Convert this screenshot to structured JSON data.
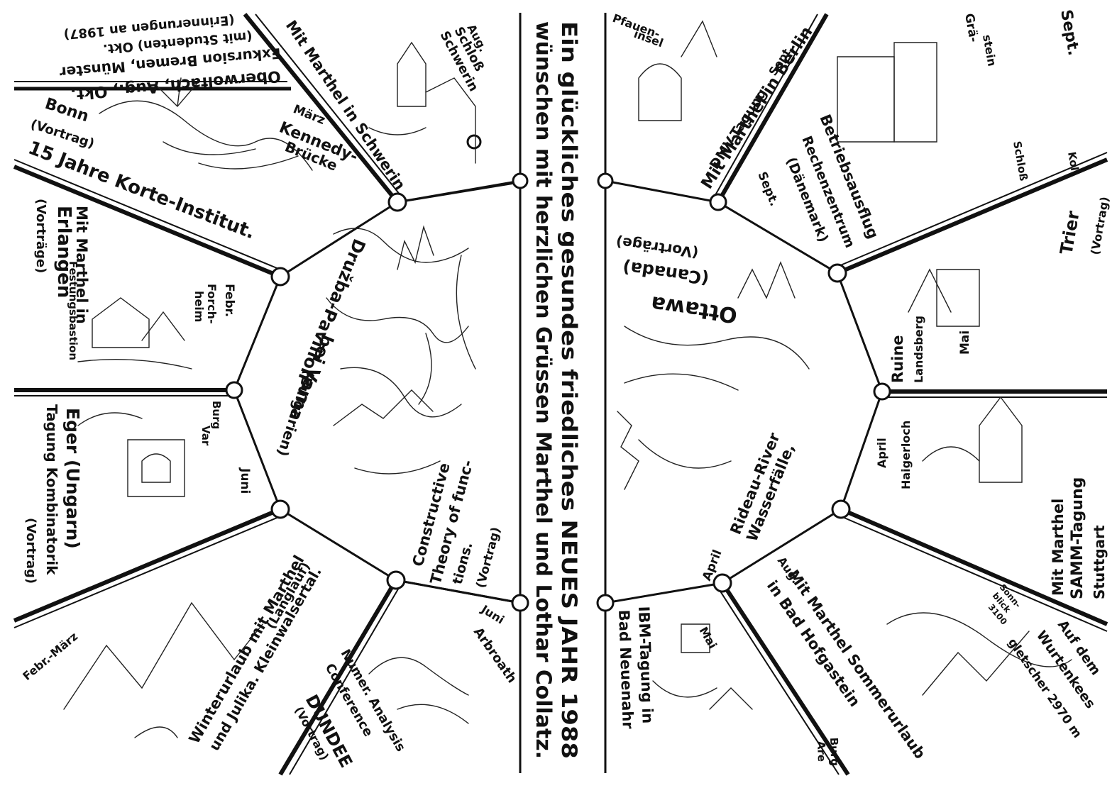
{
  "center": {
    "line1": "Ein glückliches gesundes friedliches NEUES JAHR 1988",
    "line2": "wünschen mit herzlichen Grüssen Marthel und Lothar Collatz."
  },
  "left_panel": {
    "oberwolfach": "Oberwolfach, Aug., Okt.",
    "exkursion": "Exkursion Bremen, Münster",
    "suchanten": "(mit Studenten) Okt.",
    "erinnerungen": "(Erinnerungen an 1987)",
    "bonn": "Bonn",
    "bonn_vortrag": "(Vortrag)",
    "maerz": "März",
    "kennedy": "Kennedy-",
    "bruecke": "Brücke",
    "korte": "15 Jahre Korte-Institut.",
    "aug": "Aug.",
    "schloss": "Schloß",
    "schwerin": "Schwerin",
    "marthel_schwerin": "Mit Marthel in Schwerin",
    "erlangen_line1": "Mit Marthel in",
    "erlangen_line2": "Erlangen",
    "erlangen_vortraege": "(Vorträge)",
    "festung": "Festungsbastion",
    "febr": "Febr.",
    "forchheim": "Forch-",
    "forchheim2": "heim",
    "druzba": "Družba-Pavillon",
    "varna": "bei Varna",
    "bulgarien": "(Bulgarien)",
    "burg": "Burg",
    "var": "Var",
    "juni": "Juni",
    "eger": "Eger (Ungarn)",
    "eger_tagung": "Tagung Kombinatorik",
    "eger_vortrag": "(Vortrag)",
    "constructive": "Constructive",
    "theory": "Theory of func-",
    "tions": "tions.",
    "vortrag_c": "(Vortrag)",
    "febr_maerz": "Febr.-März",
    "winterurlaub": "Winterurlaub mit Marthel",
    "langlauf": "(Langlauf)",
    "kleinwalsertal": "und Julika. Kleinwalsertal.",
    "juni2": "Juni",
    "arbroath": "Arbroath",
    "numer": "Numer. Analysis",
    "conference": "Conference",
    "dundee": "DUNDEE",
    "dundee_vortrag": "(Vortrag)"
  },
  "right_panel": {
    "pfaueninsel1": "Pfauen-",
    "pfaueninsel2": "insel",
    "dmv": "DMV-Tagung",
    "sept": "Sept.",
    "berlin": "Mit Marthel in Berlin",
    "sept2": "Sept.",
    "graenstein1": "Grä-",
    "graenstein2": "stein",
    "schloss": "Schloß",
    "kol": "Kol",
    "betrieb": "Betriebsausflug",
    "rechenzentrum": "Rechenzentrum",
    "daenemark": "(Dänemark)",
    "sept3": "Sept.",
    "trier": "Trier",
    "trier_vortrag": "(Vortrag)",
    "ottawa": "Ottawa",
    "canada": "(Canada)",
    "ottawa_vortraege": "(Vorträge)",
    "ruine": "Ruine",
    "landsberg": "Landsberg",
    "mai": "Mai",
    "wasserfaelle": "Wasserfälle,",
    "rideau": "Rideau-River",
    "april": "April",
    "april2": "April",
    "haigerloch": "Haigerloch",
    "samm1": "Mit Marthel",
    "samm2": "SAMM-Tagung",
    "samm3": "Stuttgart",
    "sommer": "Mit Marthel Sommerurlaub",
    "hofgastein": "in Bad Hofgastein",
    "aug": "Aug.",
    "sonnblick1": "Sonn-",
    "sonnblick2": "blick",
    "sonnblick3": "3100",
    "wurten1": "Auf dem",
    "wurten2": "Wurtenkees",
    "wurten3": "gletscher 2970 m",
    "ibm": "IBM-Tagung in",
    "neuenahr": "Bad Neuenahr",
    "mai2": "Mai",
    "burg": "Burg",
    "are": "Are"
  },
  "colors": {
    "ink": "#111111",
    "paper": "#ffffff"
  }
}
